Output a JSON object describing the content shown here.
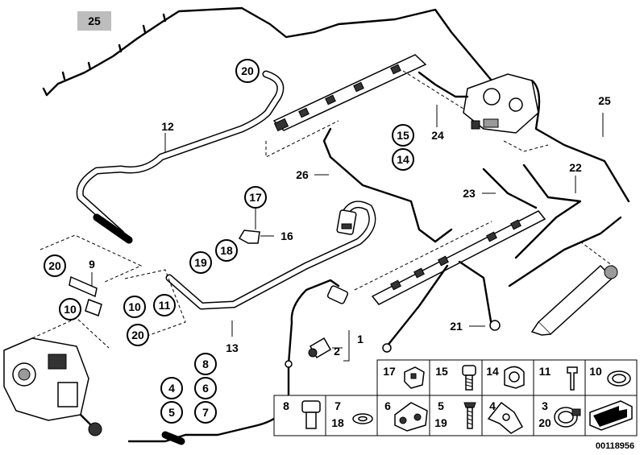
{
  "callouts": {
    "c25a": "25",
    "c20a": "20",
    "c12": "12",
    "c15": "15",
    "c14": "14",
    "c24": "24",
    "c25b": "25",
    "c26": "26",
    "c22": "22",
    "c23": "23",
    "c17": "17",
    "c16": "16",
    "c18": "18",
    "c19": "19",
    "c20b": "20",
    "c9": "9",
    "c10a": "10",
    "c10b": "10",
    "c11": "11",
    "c20c": "20",
    "c13": "13",
    "c21": "21",
    "c1": "1",
    "c2": "2",
    "c8": "8",
    "c4": "4",
    "c6": "6",
    "c5": "5",
    "c7": "7"
  },
  "legend": {
    "row1": [
      "17",
      "15",
      "14",
      "11",
      "10"
    ],
    "row2": [
      "8",
      "7",
      "6",
      "5",
      "4",
      "3"
    ],
    "row2_sub": {
      "7": "18",
      "5": "19",
      "3": "20"
    }
  },
  "diagram_id": "00118956"
}
